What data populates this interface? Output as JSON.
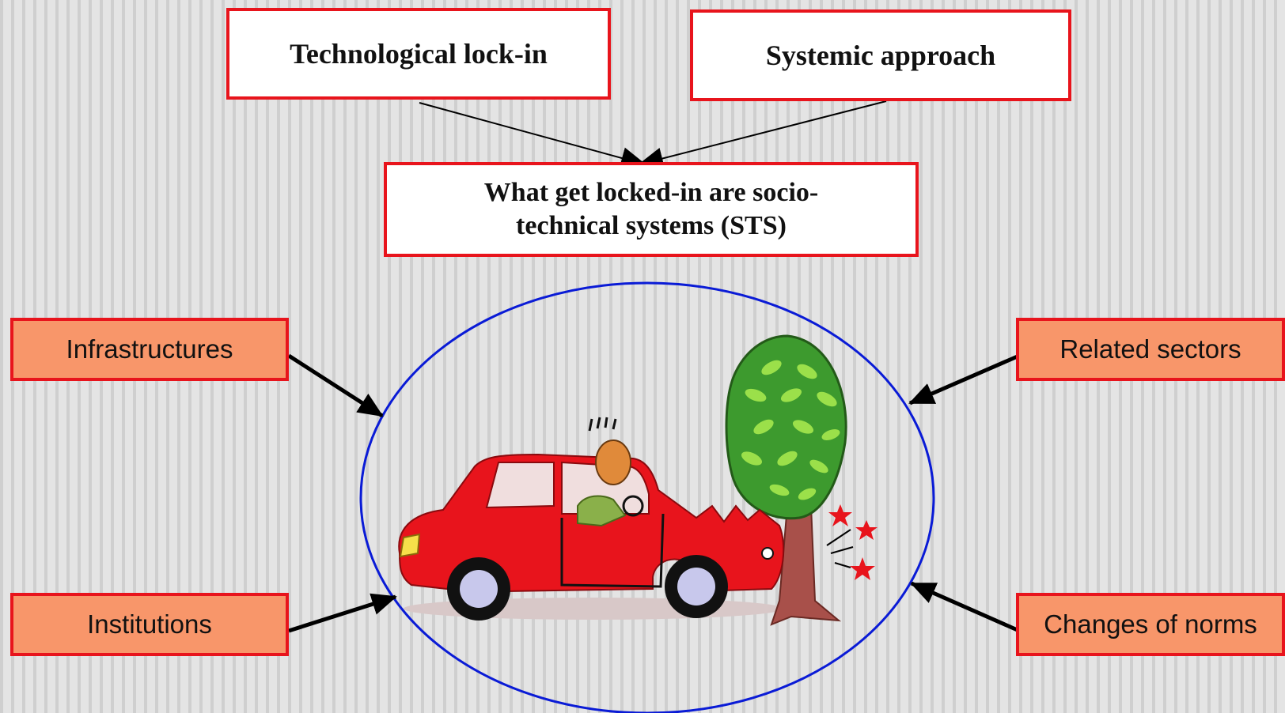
{
  "top_boxes": {
    "lockin": "Technological lock-in",
    "systemic": "Systemic approach"
  },
  "center_box": {
    "line1": "What get locked-in are socio-",
    "line2": "technical systems (STS)"
  },
  "factors": {
    "infrastructures": "Infrastructures",
    "institutions": "Institutions",
    "related_sectors": "Related sectors",
    "changes_of_norms": "Changes of norms"
  },
  "colors": {
    "box_border": "#e8141c",
    "factor_fill": "#f8966a",
    "ellipse": "#0a1bd6",
    "car": "#e8141c",
    "tree_leaves": "#3d9a2e"
  },
  "illustration": "car-crash-into-tree"
}
